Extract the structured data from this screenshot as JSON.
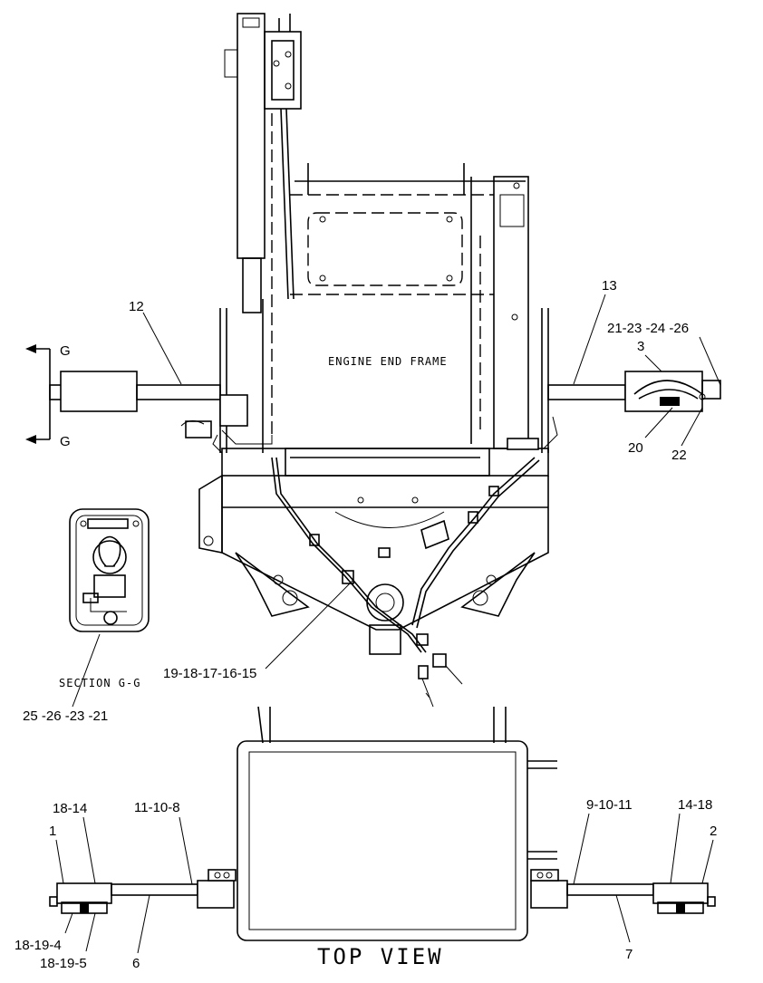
{
  "captions": {
    "engine_end_frame": "ENGINE END FRAME",
    "section": "SECTION G-G",
    "top_view": "TOP VIEW",
    "section_marker_top": "G",
    "section_marker_bottom": "G"
  },
  "callouts": {
    "c12": "12",
    "c13": "13",
    "c21_23_24_26": "21-23 -24 -26",
    "c3": "3",
    "c20": "20",
    "c22": "22",
    "c19_18_17_16_15": "19-18-17-16-15",
    "c25_26_23_21": "25 -26 -23 -21",
    "c18_14": "18-14",
    "c1": "1",
    "c11_10_8": "11-10-8",
    "c9_10_11": "9-10-11",
    "c14_18": "14-18",
    "c2": "2",
    "c18_19_4": "18-19-4",
    "c18_19_5": "18-19-5",
    "c6": "6",
    "c7": "7"
  }
}
